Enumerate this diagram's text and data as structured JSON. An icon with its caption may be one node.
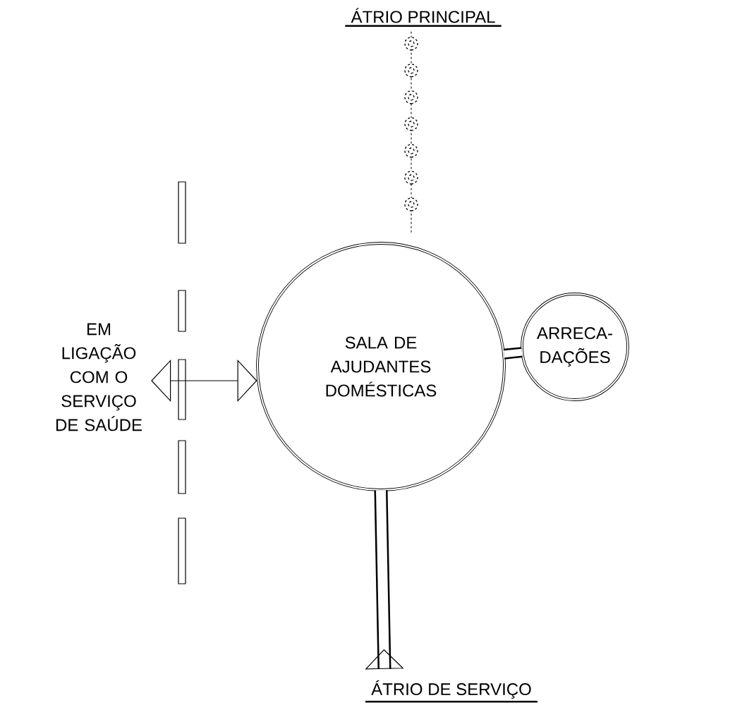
{
  "diagram": {
    "nodes": [
      {
        "text": [
          "ÁTRIO PRINCIPAL"
        ]
      },
      {
        "text": [
          "SALA DE AJUDANTES DOMÉSTICAS"
        ]
      },
      {
        "text": [
          "ARRECA- DAÇÕES"
        ]
      },
      {
        "text": [
          "EM LIGAÇÃO COM O SERVIÇO DE SAÚDE"
        ]
      },
      {
        "text": [
          "ÁTRIO DE SERVIÇO"
        ]
      }
    ],
    "edges": [
      {
        "from": 0,
        "to": 1,
        "arrow": "none",
        "style": "dashed"
      },
      {
        "from": 1,
        "to": 2,
        "arrow": "none",
        "style": "thick"
      },
      {
        "from": 3,
        "to": 1,
        "arrow": "both"
      },
      {
        "from": 1,
        "to": 4,
        "arrow": "other",
        "style": "thick"
      }
    ]
  }
}
